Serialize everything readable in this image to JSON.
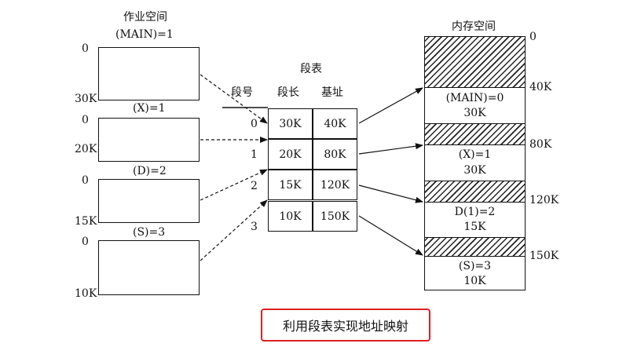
{
  "job_space": {
    "title": "作业空间",
    "segments": [
      {
        "label": "(MAIN)=1",
        "start": "0",
        "end": "30K"
      },
      {
        "label": "(X)=1",
        "start": "0",
        "end": "20K"
      },
      {
        "label": "(D)=2",
        "start": "0",
        "end": "15K"
      },
      {
        "label": "(S)=3",
        "start": "0",
        "end": "10K"
      }
    ]
  },
  "segment_table": {
    "title": "段表",
    "headers": [
      "段号",
      "段长",
      "基址"
    ],
    "rows": [
      {
        "num": "0",
        "length": "30K",
        "base": "40K"
      },
      {
        "num": "1",
        "length": "20K",
        "base": "80K"
      },
      {
        "num": "2",
        "length": "15K",
        "base": "120K"
      },
      {
        "num": "3",
        "length": "10K",
        "base": "150K"
      }
    ]
  },
  "memory": {
    "title": "内存空间",
    "addresses": [
      "0",
      "40K",
      "80K",
      "120K",
      "150K"
    ],
    "blocks": [
      {
        "line1": "(MAIN)=0",
        "line2": "30K"
      },
      {
        "line1": "(X)=1",
        "line2": "30K"
      },
      {
        "line1": "D(1)=2",
        "line2": "15K"
      },
      {
        "line1": "(S)=3",
        "line2": "10K"
      }
    ]
  },
  "caption": "利用段表实现地址映射"
}
